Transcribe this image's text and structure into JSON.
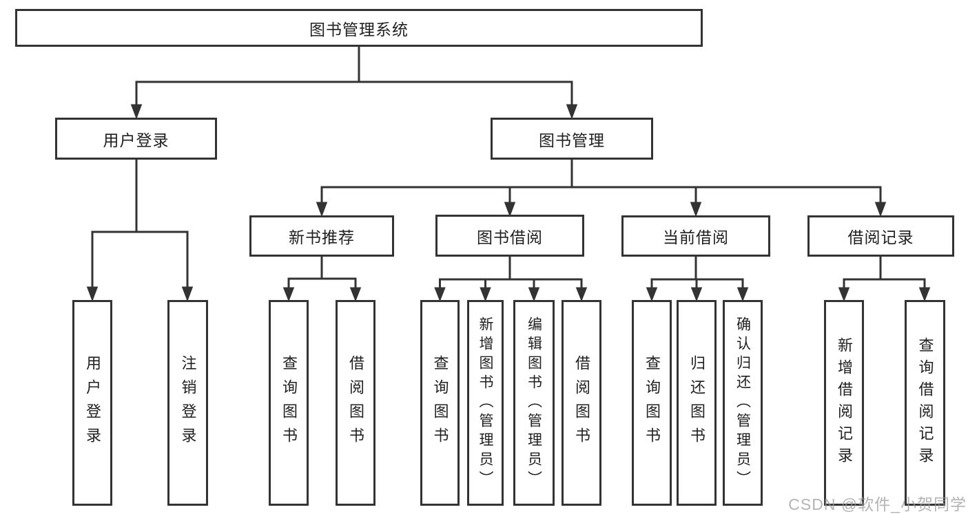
{
  "diagram": {
    "title": "图书管理系统",
    "tree": {
      "root": {
        "label": "图书管理系统"
      },
      "level2": [
        {
          "label": "用户登录"
        },
        {
          "label": "图书管理"
        }
      ],
      "level3": [
        {
          "label": "新书推荐"
        },
        {
          "label": "图书借阅"
        },
        {
          "label": "当前借阅"
        },
        {
          "label": "借阅记录"
        }
      ],
      "leaves": {
        "user_login": [
          {
            "label": "用户登录"
          },
          {
            "label": "注销登录"
          }
        ],
        "new_book_recommend": [
          {
            "label": "查询图书"
          },
          {
            "label": "借阅图书"
          }
        ],
        "book_borrow": [
          {
            "label": "查询图书"
          },
          {
            "label": "新增图书（管理员）"
          },
          {
            "label": "编辑图书（管理员）"
          },
          {
            "label": "借阅图书"
          }
        ],
        "current_borrow": [
          {
            "label": "查询图书"
          },
          {
            "label": "归还图书"
          },
          {
            "label": "确认归还（管理员）"
          }
        ],
        "borrow_records": [
          {
            "label": "新增借阅记录"
          },
          {
            "label": "查询借阅记录"
          }
        ]
      }
    },
    "colors": {
      "line": "#333333",
      "text": "#1f1f1f",
      "background": "#ffffff",
      "watermark": "#9a9a9a"
    },
    "watermark": "CSDN @软件_小贺同学"
  }
}
